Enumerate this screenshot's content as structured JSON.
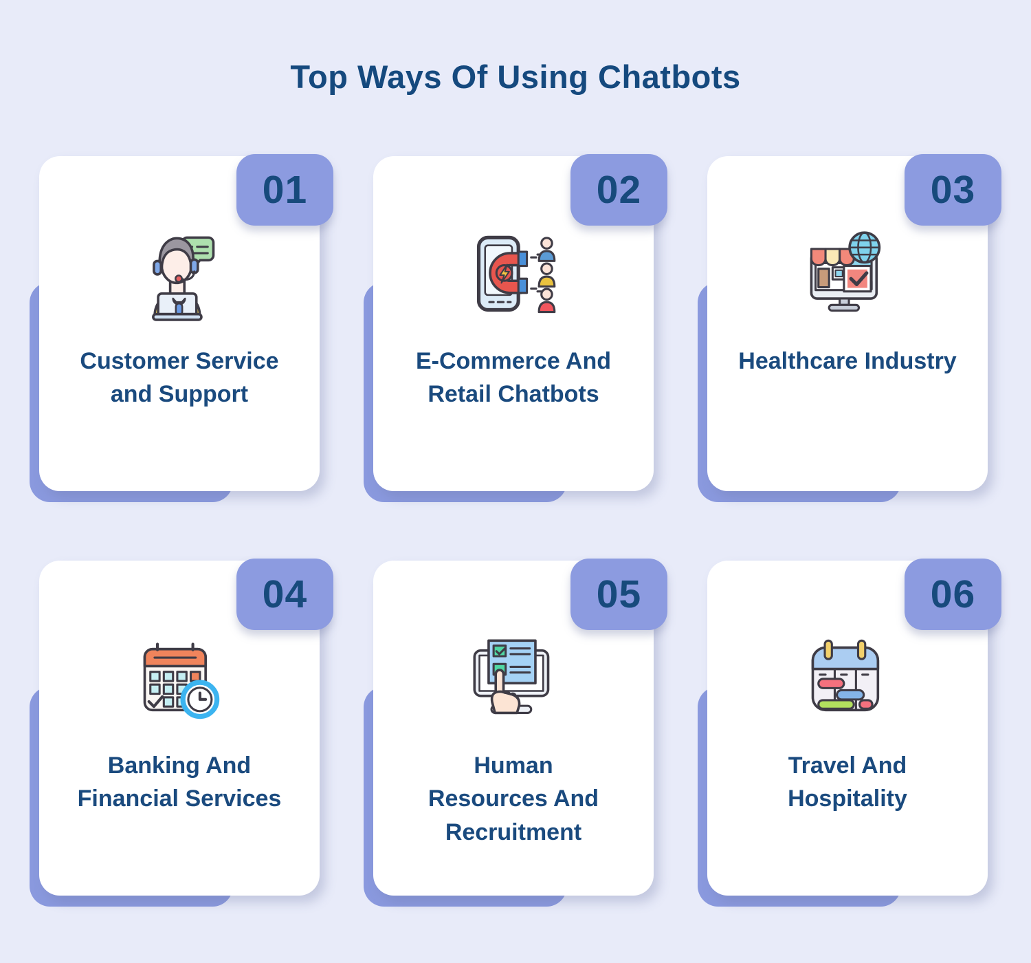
{
  "title": "Top Ways Of Using Chatbots",
  "colors": {
    "background": "#e8ebf9",
    "card": "#ffffff",
    "accent_periwinkle": "#8c9be0",
    "shadow_periwinkle": "#8a99de",
    "navy_text": "#1a4a7e"
  },
  "cards": [
    {
      "number": "01",
      "label": "Customer Service and Support",
      "icon": "support-agent-icon"
    },
    {
      "number": "02",
      "label": "E-Commerce And Retail Chatbots",
      "icon": "phone-magnet-customers-icon"
    },
    {
      "number": "03",
      "label": "Healthcare Industry",
      "icon": "online-store-monitor-icon"
    },
    {
      "number": "04",
      "label": "Banking And Financial Services",
      "icon": "calendar-clock-icon"
    },
    {
      "number": "05",
      "label": "Human Resources And Recruitment",
      "icon": "online-form-click-icon"
    },
    {
      "number": "06",
      "label": "Travel And Hospitality",
      "icon": "schedule-planner-icon"
    }
  ]
}
